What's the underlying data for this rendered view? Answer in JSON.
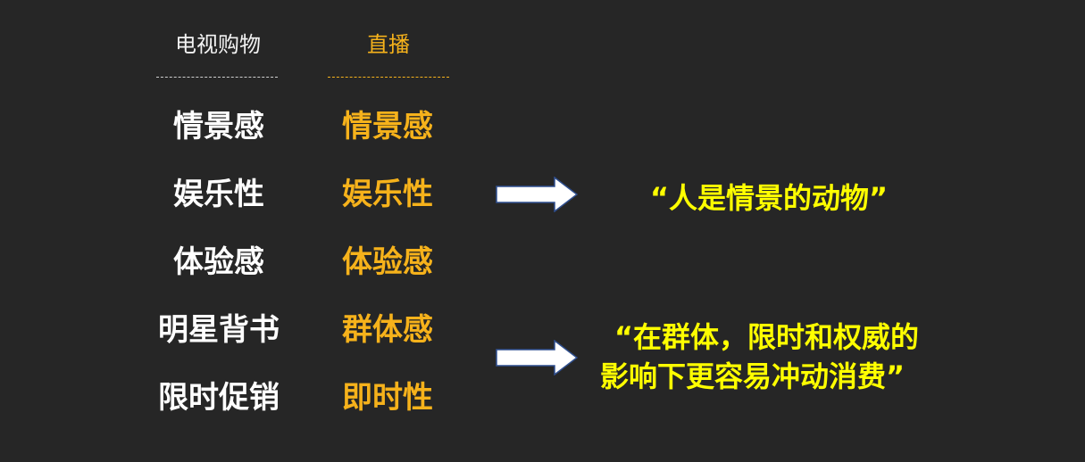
{
  "headers": {
    "tv_shopping": "电视购物",
    "live": "直播"
  },
  "tv_shopping_items": [
    "情景感",
    "娱乐性",
    "体验感",
    "明星背书",
    "限时促销"
  ],
  "live_items": [
    "情景感",
    "娱乐性",
    "体验感",
    "群体感",
    "即时性"
  ],
  "quotes": {
    "first": "“人是情景的动物”",
    "second_line1": "“在群体，限时和权威的",
    "second_line2": "影响下更容易冲动消费”"
  },
  "colors": {
    "background": "#262626",
    "accent_orange": "#f6b21b",
    "quote_yellow": "#ffff00",
    "text_white": "#ffffff"
  },
  "icons": {
    "arrow": "right-arrow-icon"
  }
}
